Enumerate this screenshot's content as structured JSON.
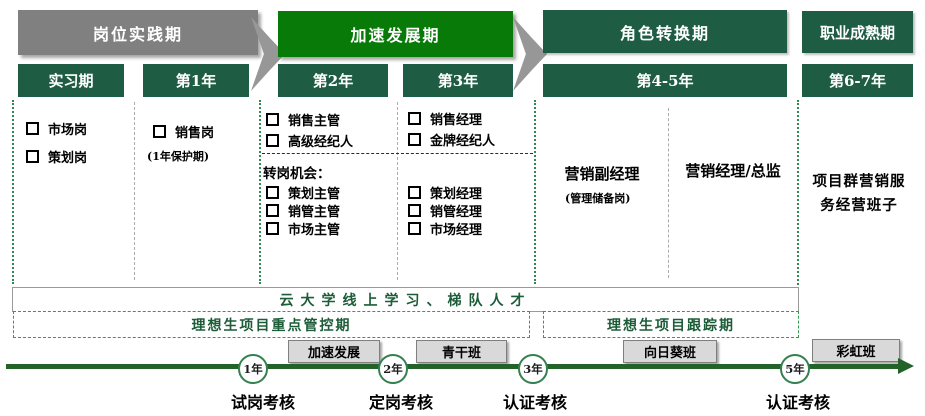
{
  "colors": {
    "gray_phase": "#808080",
    "bright_green": "#087A08",
    "dark_green": "#1E5C44",
    "timeline_green": "#236329",
    "dashed_border_green": "#2F9E4C",
    "accent_text_green": "#1C5C38",
    "training_box_gray": "#D9D9D9"
  },
  "phases": [
    {
      "label": "岗位实践期"
    },
    {
      "label": "加速发展期"
    },
    {
      "label": "角色转换期"
    },
    {
      "label": "职业成熟期"
    }
  ],
  "year_boxes": [
    {
      "label": "实习期"
    },
    {
      "label": "第1年"
    },
    {
      "label": "第2年"
    },
    {
      "label": "第3年"
    },
    {
      "label": "第4-5年"
    },
    {
      "label": "第6-7年"
    }
  ],
  "columns": {
    "intern_items": [
      "市场岗",
      "策划岗"
    ],
    "year1_item": "销售岗",
    "year1_note": "(1年保护期)",
    "year2_top": [
      "销售主管",
      "高级经纪人"
    ],
    "transfer_heading": "转岗机会：",
    "year2_bottom": [
      "策划主管",
      "销管主管",
      "市场主管"
    ],
    "year3_top": [
      "销售经理",
      "金牌经纪人"
    ],
    "year3_bottom": [
      "策划经理",
      "销管经理",
      "市场经理"
    ],
    "year45_left_title": "营销副经理",
    "year45_left_note": "(管理储备岗)",
    "year45_right_title": "营销经理/总监",
    "year67_line1": "项目群营销服",
    "year67_line2": "务经营班子"
  },
  "bands": {
    "online_learning": "云大学线上学习、梯队人才",
    "key_control": "理想生项目重点管控期",
    "tracking": "理想生项目跟踪期"
  },
  "timeline": {
    "trainings": [
      "加速发展",
      "青干班",
      "向日葵班",
      "彩虹班"
    ],
    "milestones": [
      {
        "year": "1年",
        "label": "试岗考核"
      },
      {
        "year": "2年",
        "label": "定岗考核"
      },
      {
        "year": "3年",
        "label": "认证考核"
      },
      {
        "year": "5年",
        "label": "认证考核"
      }
    ]
  }
}
